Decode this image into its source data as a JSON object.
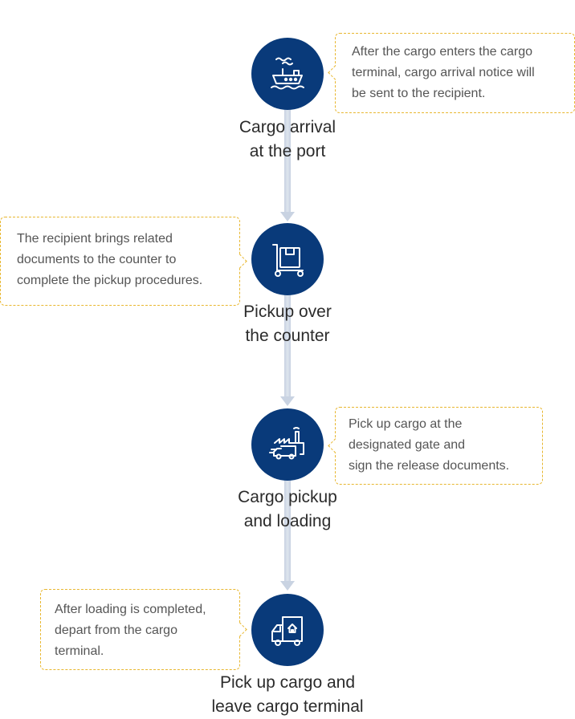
{
  "steps": [
    {
      "title": "Cargo arrival\nat the port",
      "icon": "ship-icon",
      "note": "After the cargo enters the cargo\nterminal, cargo arrival notice will\nbe sent to the recipient.",
      "note_side": "right"
    },
    {
      "title": "Pickup over\nthe counter",
      "icon": "hand-truck-icon",
      "note": "The recipient brings related\ndocuments to the counter to\ncomplete the pickup procedures.",
      "note_side": "left"
    },
    {
      "title": "Cargo pickup\nand loading",
      "icon": "factory-truck-icon",
      "note": "Pick up cargo at the\ndesignated gate and\nsign the release documents.",
      "note_side": "right"
    },
    {
      "title": "Pick up cargo and\nleave cargo terminal",
      "icon": "delivery-truck-icon",
      "note": "After loading is completed,\ndepart from the cargo\nterminal.",
      "note_side": "left"
    }
  ],
  "colors": {
    "circle": "#093a7a",
    "connector": "#c9d3e2",
    "callout_border": "#e8b730",
    "title_text": "#2b2b2b",
    "note_text": "#555555"
  }
}
